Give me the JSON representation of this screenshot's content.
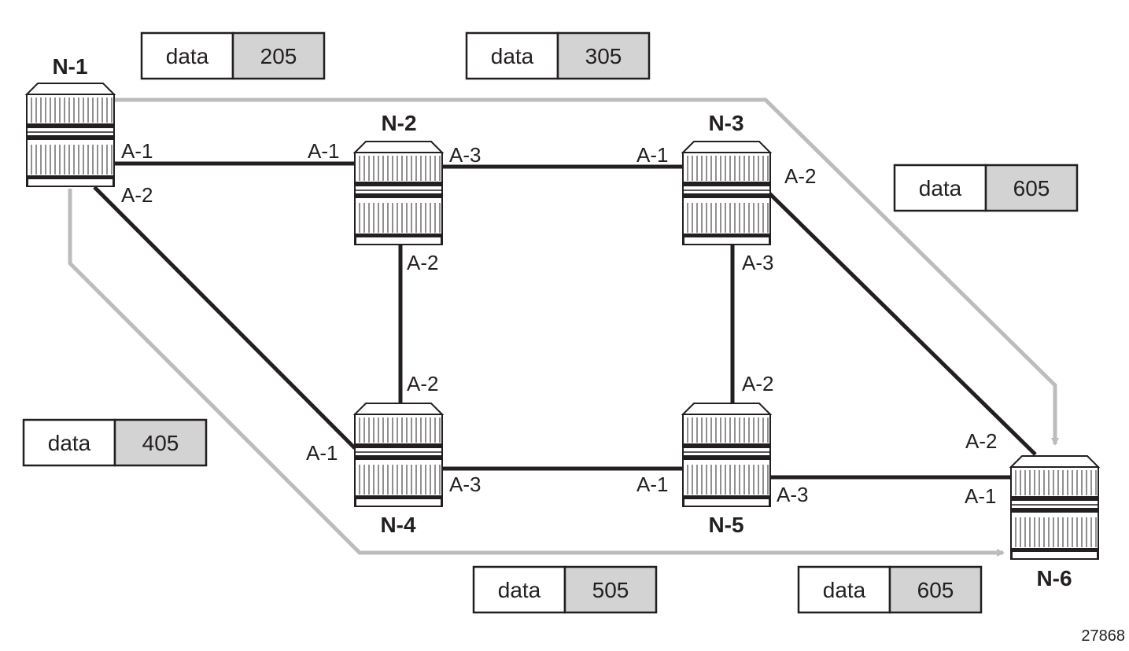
{
  "figure_id": "27868",
  "colors": {
    "link": "#231f20",
    "path": "#bcbcbc",
    "label_fill": "#d3d3d3",
    "router_fill": "#ffffff"
  },
  "icons": [
    "router-icon"
  ],
  "nodes": [
    {
      "id": "N-1",
      "label": "N-1"
    },
    {
      "id": "N-2",
      "label": "N-2"
    },
    {
      "id": "N-3",
      "label": "N-3"
    },
    {
      "id": "N-4",
      "label": "N-4"
    },
    {
      "id": "N-5",
      "label": "N-5"
    },
    {
      "id": "N-6",
      "label": "N-6"
    }
  ],
  "links": [
    {
      "from": "N-1",
      "to": "N-2",
      "from_port": "A-1",
      "to_port": "A-1"
    },
    {
      "from": "N-1",
      "to": "N-4",
      "from_port": "A-2",
      "to_port": "A-1"
    },
    {
      "from": "N-2",
      "to": "N-3",
      "from_port": "A-3",
      "to_port": "A-1"
    },
    {
      "from": "N-2",
      "to": "N-4",
      "from_port": "A-2",
      "to_port": "A-2"
    },
    {
      "from": "N-3",
      "to": "N-5",
      "from_port": "A-3",
      "to_port": "A-2"
    },
    {
      "from": "N-3",
      "to": "N-6",
      "from_port": "A-2",
      "to_port": "A-2"
    },
    {
      "from": "N-4",
      "to": "N-5",
      "from_port": "A-3",
      "to_port": "A-1"
    },
    {
      "from": "N-5",
      "to": "N-6",
      "from_port": "A-3",
      "to_port": "A-1"
    }
  ],
  "paths": [
    {
      "name": "upper",
      "hops": [
        "N-1",
        "N-3",
        "N-6"
      ]
    },
    {
      "name": "lower",
      "hops": [
        "N-1",
        "N-4",
        "N-6"
      ]
    }
  ],
  "label_stacks": [
    {
      "text": "data",
      "label": "205"
    },
    {
      "text": "data",
      "label": "305"
    },
    {
      "text": "data",
      "label": "605"
    },
    {
      "text": "data",
      "label": "405"
    },
    {
      "text": "data",
      "label": "505"
    },
    {
      "text": "data",
      "label": "605"
    }
  ]
}
